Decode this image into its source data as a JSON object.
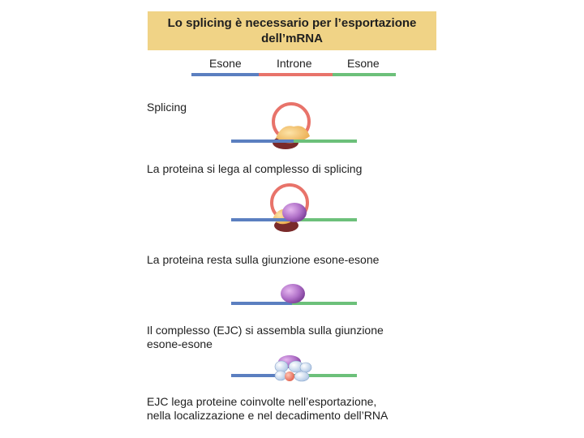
{
  "title": {
    "line1": "Lo splicing è necessario per l’esportazione",
    "line2": "dell’mRNA"
  },
  "legend": {
    "exon_left": "Esone",
    "intron": "Introne",
    "exon_right": "Esone"
  },
  "steps": [
    {
      "line1": "Splicing",
      "line2": ""
    },
    {
      "line1": "La proteina si lega al complesso di splicing",
      "line2": ""
    },
    {
      "line1": "La proteina resta sulla giunzione esone-esone",
      "line2": ""
    },
    {
      "line1": "Il complesso (EJC) si assembla sulla giunzione",
      "line2": "esone-esone"
    },
    {
      "line1": "EJC lega proteine coinvolte nell’esportazione,",
      "line2": "nella localizzazione e nel decadimento dell’RNA"
    }
  ],
  "colors": {
    "exon_blue": "#5b7fc0",
    "intron_red": "#e8736a",
    "exon_green": "#6cc07a",
    "title_bg": "#f0d386",
    "spliceosome_dark": "#7a2a2a",
    "protein_purple": "#b070c8",
    "ejc_light": "#c8d8ee"
  }
}
